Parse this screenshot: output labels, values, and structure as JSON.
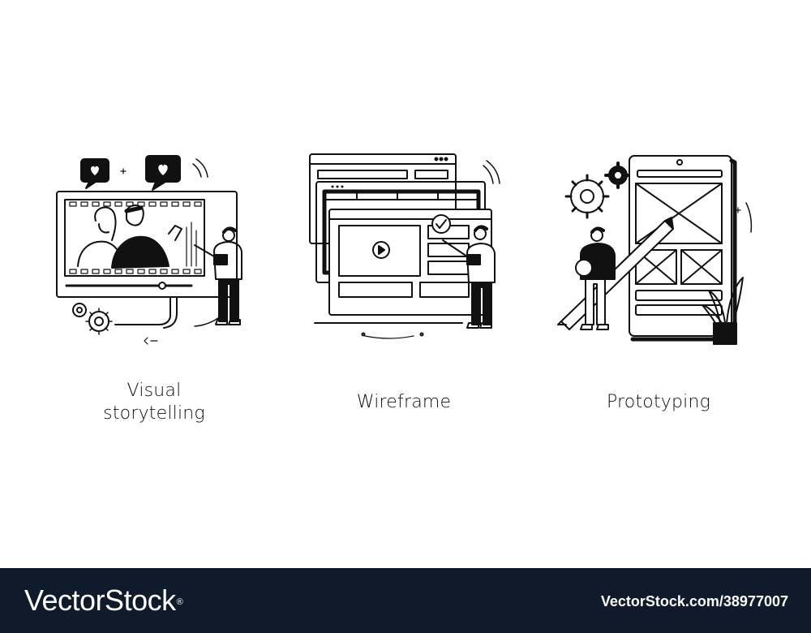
{
  "captions": {
    "visual_line1": "Visual",
    "visual_line2": "storytelling",
    "wireframe": "Wireframe",
    "prototyping": "Prototyping"
  },
  "footer": {
    "brand": "VectorStock",
    "trademark": "®",
    "image_id": "VectorStock.com/38977007"
  },
  "colors": {
    "line": "#111111",
    "background": "#ffffff",
    "footer_background": "#0f1a2b",
    "footer_text": "#ffffff"
  }
}
